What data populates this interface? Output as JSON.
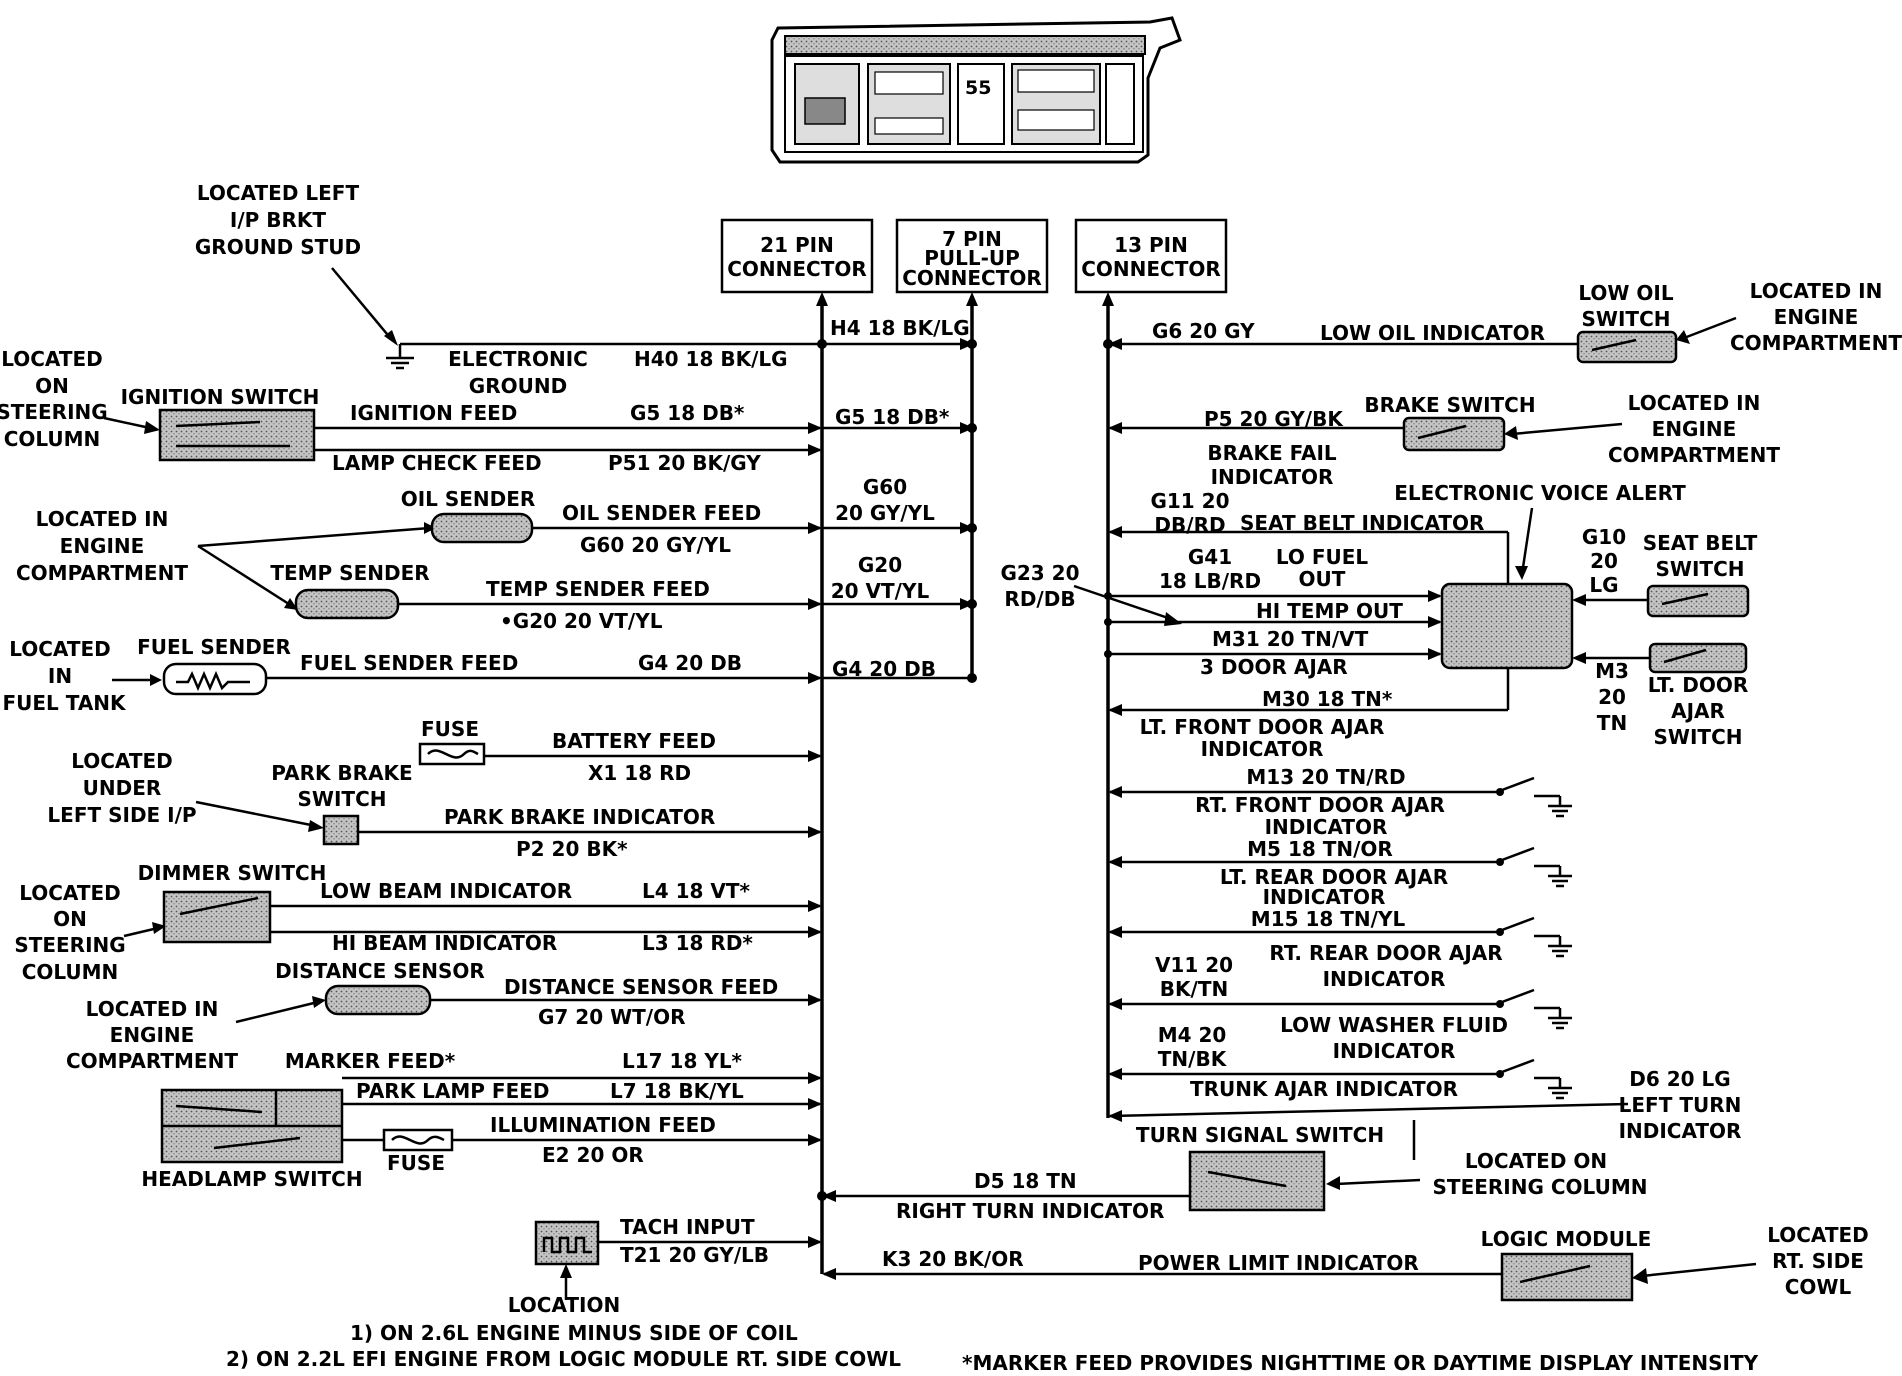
{
  "connectors": {
    "c21": [
      "21 PIN",
      "CONNECTOR"
    ],
    "c7": [
      "7 PIN",
      "PULL-UP",
      "CONNECTOR"
    ],
    "c13": [
      "13 PIN",
      "CONNECTOR"
    ]
  },
  "cluster_display": "55",
  "left": {
    "ground_loc": [
      "LOCATED LEFT",
      "I/P BRKT",
      "GROUND STUD"
    ],
    "electronic_ground": [
      "ELECTRONIC",
      "GROUND"
    ],
    "h40": "H40 18 BK/LG",
    "h4": "H4 18 BK/LG",
    "steering_loc1": [
      "LOCATED",
      "ON",
      "STEERING",
      "COLUMN"
    ],
    "ignition_switch": "IGNITION SWITCH",
    "ignition_feed": "IGNITION FEED",
    "g5_a": "G5 18 DB*",
    "g5_b": "G5 18 DB*",
    "lamp_check_feed": "LAMP CHECK FEED",
    "p51": "P51 20 BK/GY",
    "engine_loc1": [
      "LOCATED IN",
      "ENGINE",
      "COMPARTMENT"
    ],
    "oil_sender": "OIL SENDER",
    "oil_sender_feed": "OIL SENDER FEED",
    "g60_a": "G60 20 GY/YL",
    "g60_b": [
      "G60",
      "20 GY/YL"
    ],
    "temp_sender": "TEMP SENDER",
    "temp_sender_feed": "TEMP SENDER FEED",
    "g20_a": "•G20 20 VT/YL",
    "g20_b": [
      "G20",
      "20 VT/YL"
    ],
    "fuel_tank_loc": [
      "LOCATED",
      "IN",
      "FUEL TANK"
    ],
    "fuel_sender": "FUEL SENDER",
    "fuel_sender_feed": "FUEL SENDER FEED",
    "g4_a": "G4 20 DB",
    "g4_b": "G4 20 DB",
    "fuse1": "FUSE",
    "battery_feed": "BATTERY FEED",
    "x1": "X1 18 RD",
    "under_ip_loc": [
      "LOCATED",
      "UNDER",
      "LEFT SIDE I/P"
    ],
    "park_brake_switch": [
      "PARK BRAKE",
      "SWITCH"
    ],
    "park_brake_indicator": "PARK BRAKE INDICATOR",
    "p2": "P2 20 BK*",
    "steering_loc2": [
      "LOCATED",
      "ON",
      "STEERING",
      "COLUMN"
    ],
    "dimmer_switch": "DIMMER SWITCH",
    "low_beam_indicator": "LOW BEAM INDICATOR",
    "l4": "L4 18 VT*",
    "hi_beam_indicator": "HI BEAM INDICATOR",
    "l3": "L3 18 RD*",
    "engine_loc2": [
      "LOCATED IN",
      "ENGINE",
      "COMPARTMENT"
    ],
    "distance_sensor": "DISTANCE SENSOR",
    "distance_sensor_feed": "DISTANCE SENSOR FEED",
    "g7": "G7 20 WT/OR",
    "marker_feed": "MARKER FEED*",
    "l17": "L17 18 YL*",
    "park_lamp_feed": "PARK LAMP FEED",
    "l7": "L7 18 BK/YL",
    "illumination_feed": "ILLUMINATION FEED",
    "e2": "E2 20 OR",
    "headlamp_switch": "HEADLAMP SWITCH",
    "fuse2": "FUSE",
    "tach_input": "TACH INPUT",
    "t21": "T21 20 GY/LB",
    "location_title": "LOCATION",
    "location_1": "1) ON 2.6L ENGINE MINUS SIDE OF COIL",
    "location_2": "2) ON 2.2L EFI ENGINE FROM LOGIC MODULE RT. SIDE COWL"
  },
  "right": {
    "g6": "G6 20 GY",
    "low_oil_indicator": "LOW OIL INDICATOR",
    "low_oil_switch": [
      "LOW OIL",
      "SWITCH"
    ],
    "engine_loc3": [
      "LOCATED IN",
      "ENGINE",
      "COMPARTMENT"
    ],
    "p5": "P5 20 GY/BK",
    "brake_switch": "BRAKE SWITCH",
    "engine_loc4": [
      "LOCATED IN",
      "ENGINE",
      "COMPARTMENT"
    ],
    "brake_fail_indicator": [
      "BRAKE FAIL",
      "INDICATOR"
    ],
    "eva": "ELECTRONIC VOICE ALERT",
    "g11": [
      "G11 20",
      "DB/RD"
    ],
    "seat_belt_indicator": "SEAT BELT INDICATOR",
    "g10": [
      "G10",
      "20",
      "LG"
    ],
    "seat_belt_switch": [
      "SEAT BELT",
      "SWITCH"
    ],
    "g23": [
      "G23 20",
      "RD/DB"
    ],
    "g41": [
      "G41",
      "18 LB/RD"
    ],
    "lo_fuel_out": [
      "LO FUEL",
      "OUT"
    ],
    "hi_temp_out": "HI TEMP OUT",
    "m31": "M31 20 TN/VT",
    "three_door_ajar": "3 DOOR AJAR",
    "m3": [
      "M3",
      "20",
      "TN"
    ],
    "lt_door_ajar_switch": [
      "LT. DOOR",
      "AJAR",
      "SWITCH"
    ],
    "m30": "M30 18 TN*",
    "lt_front_door": [
      "LT. FRONT DOOR AJAR",
      "INDICATOR"
    ],
    "m13": "M13 20 TN/RD",
    "rt_front_door": [
      "RT. FRONT DOOR AJAR",
      "INDICATOR"
    ],
    "m5": "M5 18 TN/OR",
    "lt_rear_door": [
      "LT. REAR DOOR AJAR",
      "INDICATOR"
    ],
    "m15": "M15 18 TN/YL",
    "rt_rear_door": [
      "RT. REAR DOOR AJAR",
      "INDICATOR"
    ],
    "v11": [
      "V11 20",
      "BK/TN"
    ],
    "low_washer": [
      "LOW WASHER FLUID",
      "INDICATOR"
    ],
    "m4": [
      "M4 20",
      "TN/BK"
    ],
    "trunk_ajar": "TRUNK AJAR INDICATOR",
    "d6": [
      "D6 20 LG",
      "LEFT TURN",
      "INDICATOR"
    ],
    "turn_signal_switch": "TURN SIGNAL SWITCH",
    "steering_loc3": [
      "LOCATED ON",
      "STEERING COLUMN"
    ],
    "d5": "D5 18 TN",
    "right_turn_indicator": "RIGHT TURN INDICATOR",
    "k3": "K3 20 BK/OR",
    "power_limit_indicator": "POWER LIMIT INDICATOR",
    "logic_module": "LOGIC MODULE",
    "cowl_loc": [
      "LOCATED",
      "RT. SIDE",
      "COWL"
    ]
  },
  "footnote": "*MARKER FEED PROVIDES NIGHTTIME OR DAYTIME DISPLAY INTENSITY"
}
